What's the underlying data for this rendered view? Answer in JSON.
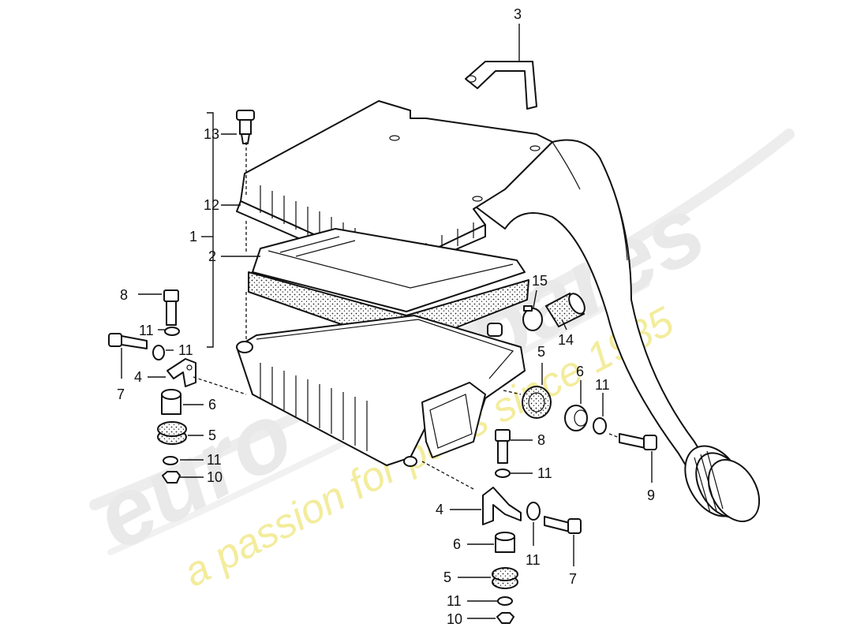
{
  "watermark": {
    "brand_left": "euro",
    "brand_right": "spares",
    "tagline": "a passion for parts since 1985"
  },
  "callouts": [
    {
      "id": "c1",
      "label": "1"
    },
    {
      "id": "c2",
      "label": "2"
    },
    {
      "id": "c3",
      "label": "3"
    },
    {
      "id": "c4a",
      "label": "4"
    },
    {
      "id": "c4b",
      "label": "4"
    },
    {
      "id": "c5a",
      "label": "5"
    },
    {
      "id": "c5b",
      "label": "5"
    },
    {
      "id": "c5c",
      "label": "5"
    },
    {
      "id": "c6a",
      "label": "6"
    },
    {
      "id": "c6b",
      "label": "6"
    },
    {
      "id": "c6c",
      "label": "6"
    },
    {
      "id": "c7a",
      "label": "7"
    },
    {
      "id": "c7b",
      "label": "7"
    },
    {
      "id": "c8a",
      "label": "8"
    },
    {
      "id": "c8b",
      "label": "8"
    },
    {
      "id": "c9",
      "label": "9"
    },
    {
      "id": "c10a",
      "label": "10"
    },
    {
      "id": "c10b",
      "label": "10"
    },
    {
      "id": "c11a",
      "label": "11"
    },
    {
      "id": "c11b",
      "label": "11"
    },
    {
      "id": "c11c",
      "label": "11"
    },
    {
      "id": "c11d",
      "label": "11"
    },
    {
      "id": "c11e",
      "label": "11"
    },
    {
      "id": "c11f",
      "label": "11"
    },
    {
      "id": "c11g",
      "label": "11"
    },
    {
      "id": "c12",
      "label": "12"
    },
    {
      "id": "c13",
      "label": "13"
    },
    {
      "id": "c14",
      "label": "14"
    },
    {
      "id": "c15",
      "label": "15"
    }
  ]
}
